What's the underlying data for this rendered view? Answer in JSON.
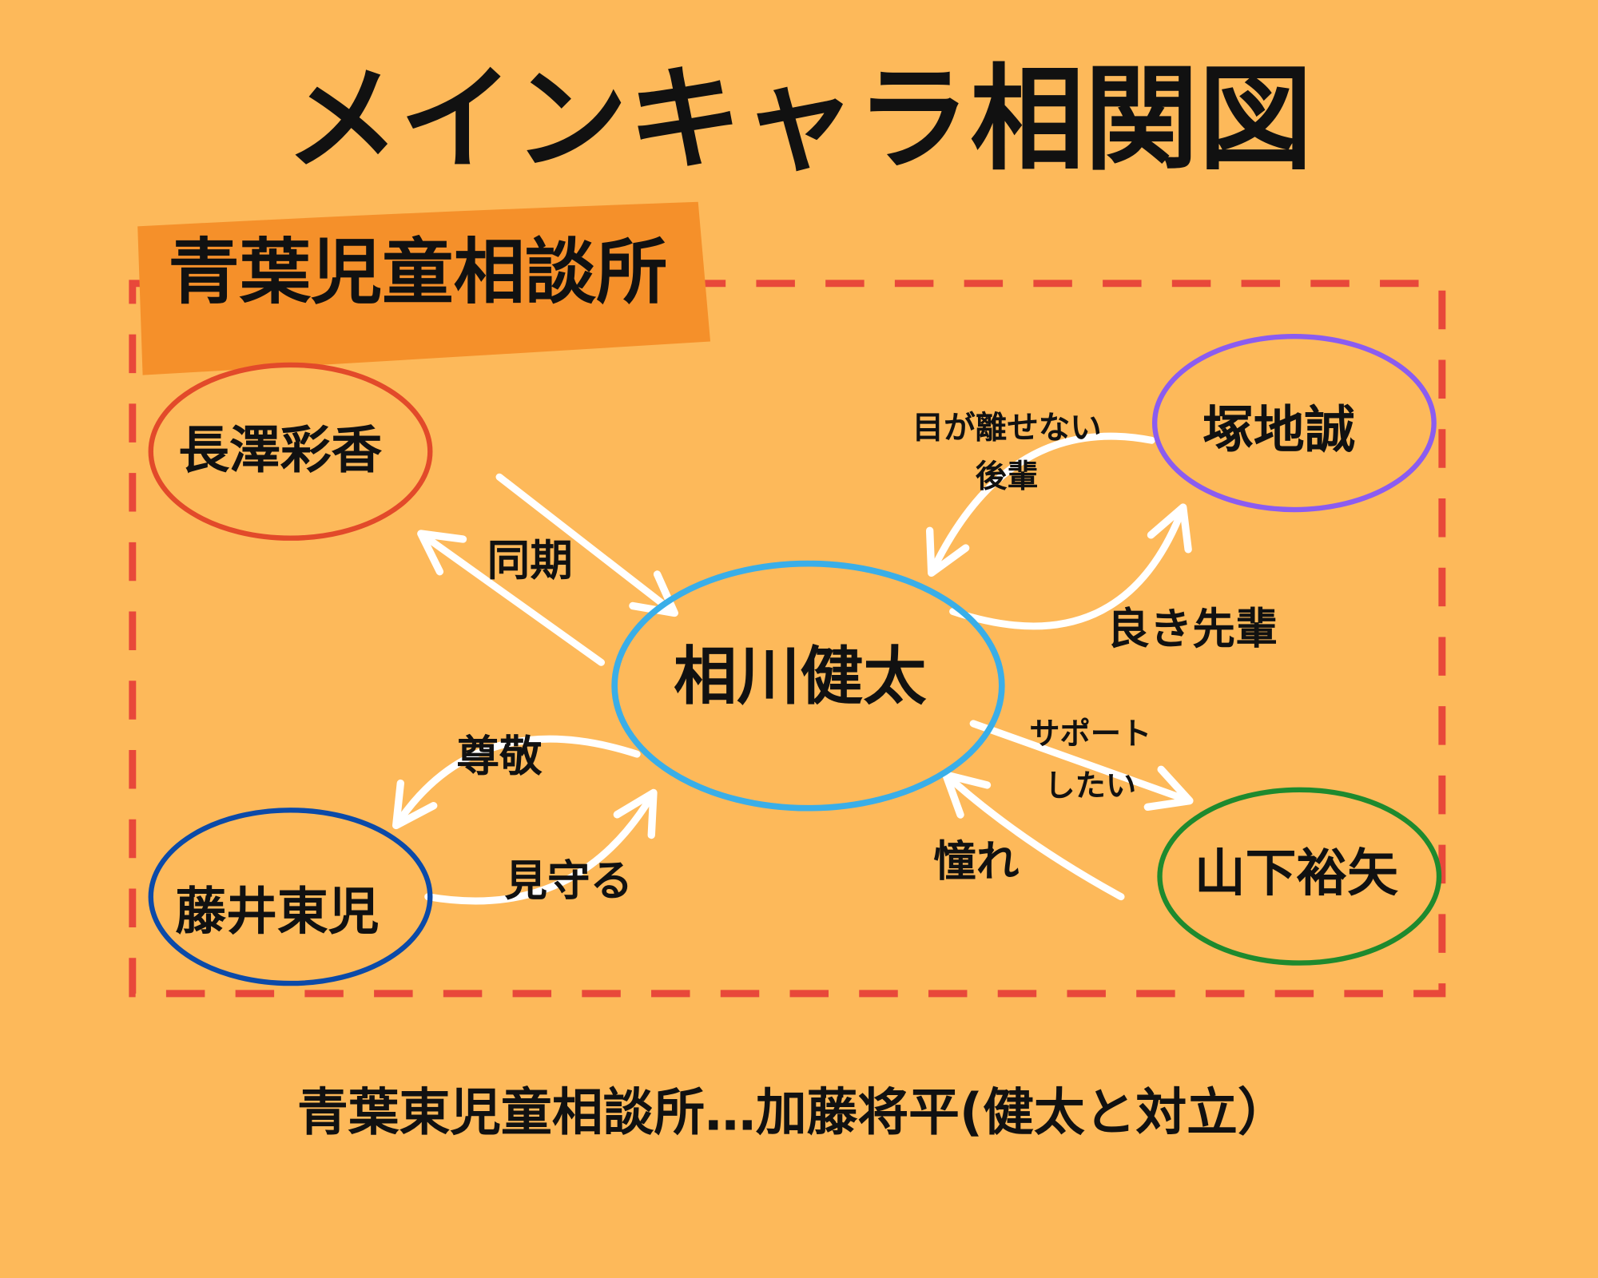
{
  "title": "メインキャラ相関図",
  "group_label": "青葉児童相談所",
  "colors": {
    "background": "#FDB95A",
    "label_bg": "#F5902A",
    "dash": "#E8483A",
    "nagasawa": "#E24A2A",
    "tsukaji": "#8B5CF0",
    "aikawa": "#3AAEE8",
    "fujii": "#0B4AA8",
    "yamashita": "#1E8A2E"
  },
  "characters": {
    "nagasawa": "長澤彩香",
    "tsukaji": "塚地誠",
    "aikawa": "相川健太",
    "fujii": "藤井東児",
    "yamashita": "山下裕矢"
  },
  "relations": {
    "douki": "同期",
    "megahanasenai": "目が離せない",
    "kouhai": "後輩",
    "yokisenpai": "良き先輩",
    "sonkei": "尊敬",
    "mimamoru": "見守る",
    "support": "サポート",
    "shitai": "したい",
    "akogare": "憧れ"
  },
  "footer": "青葉東児童相談所…加藤将平(健太と対立）"
}
